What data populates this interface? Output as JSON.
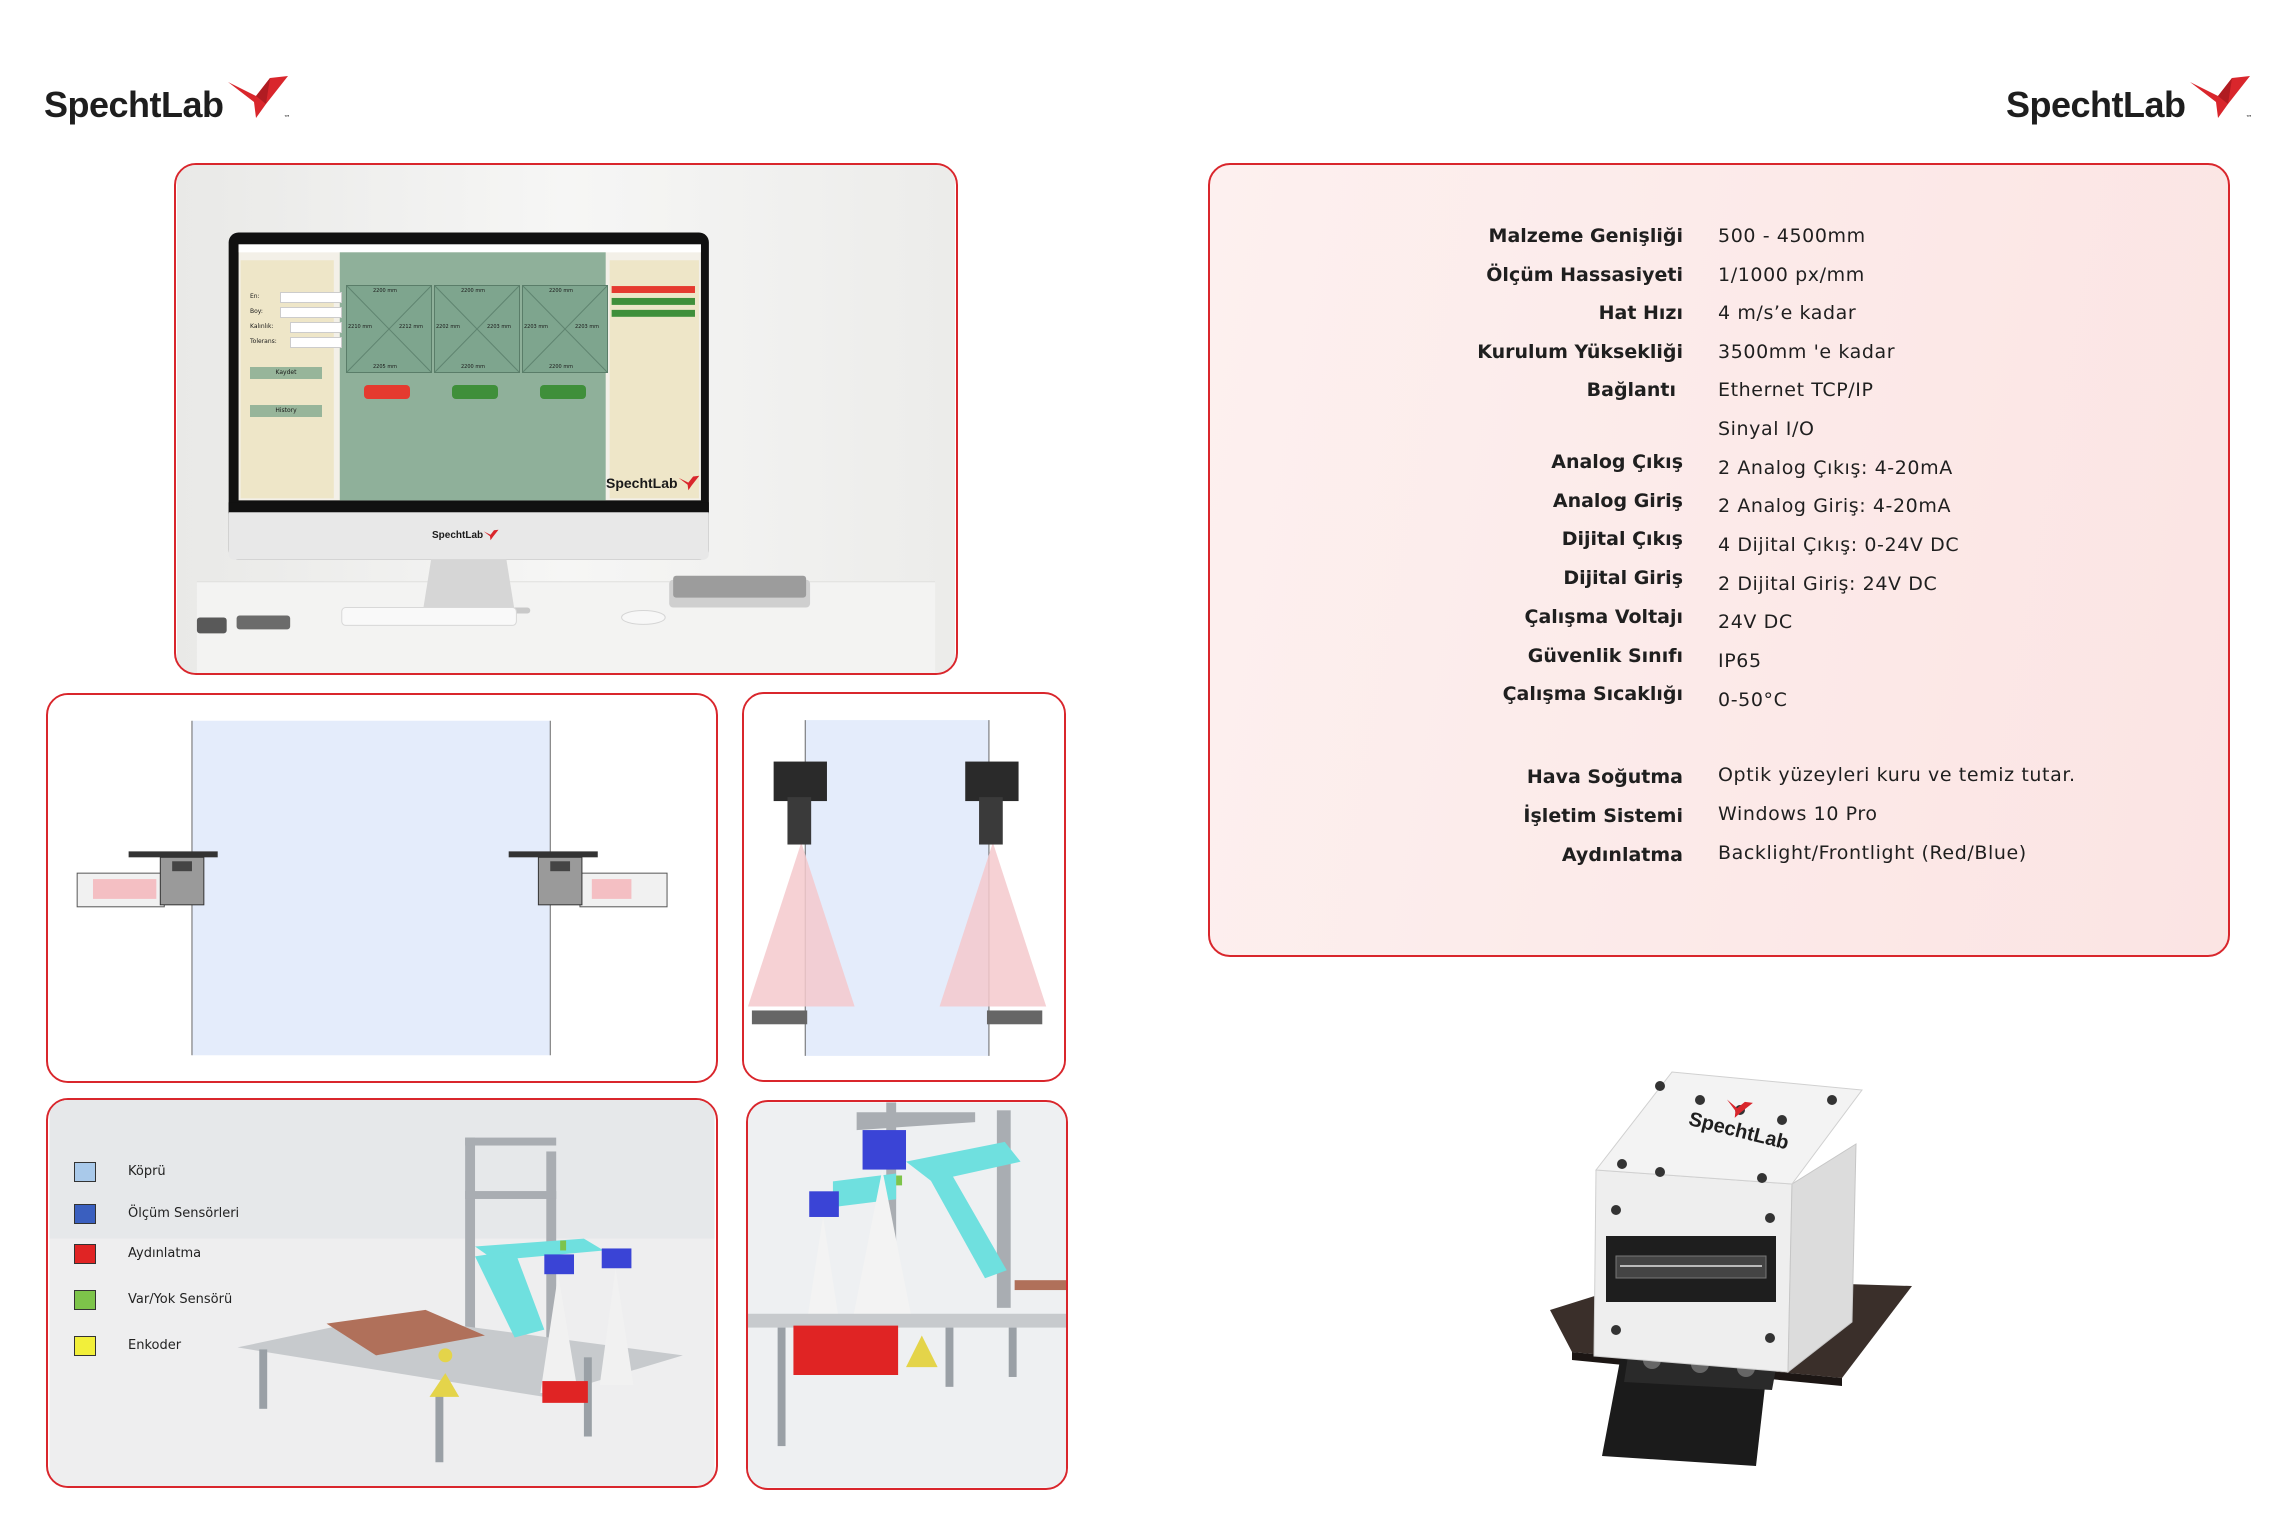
{
  "brand": {
    "name": "SpechtLab",
    "tm": "™",
    "accent": "#d9262c"
  },
  "monitor_screen": {
    "form_labels": [
      "En:",
      "Boy:",
      "Kalınlık:",
      "Tolerans:"
    ],
    "save_label": "Kaydet",
    "history_label": "History",
    "cells": [
      {
        "top": "2200 mm",
        "left": "2210 mm",
        "right": "2212 mm",
        "bottom": "2205 mm",
        "status": "#e53a2f"
      },
      {
        "top": "2200 mm",
        "left": "2202 mm",
        "right": "2203 mm",
        "bottom": "2200 mm",
        "status": "#3f8f3a"
      },
      {
        "top": "2200 mm",
        "left": "2203 mm",
        "right": "2203 mm",
        "bottom": "2200 mm",
        "status": "#3f8f3a"
      }
    ]
  },
  "legend": [
    {
      "label": "Köprü",
      "color": "#a9c9ea"
    },
    {
      "label": "Ölçüm Sensörleri",
      "color": "#3a5fbf"
    },
    {
      "label": "Aydınlatma",
      "color": "#e02424"
    },
    {
      "label": "Var/Yok Sensörü",
      "color": "#7dc44a"
    },
    {
      "label": "Enkoder",
      "color": "#f2ef3a"
    }
  ],
  "specs": [
    {
      "label": "Malzeme Genişliği",
      "value": "500 - 4500mm"
    },
    {
      "label": "Ölçüm Hassasiyeti",
      "value": "1/1000 px/mm"
    },
    {
      "label": "Hat Hızı",
      "value": "4 m/s’e kadar"
    },
    {
      "label": "Kurulum Yüksekliği",
      "value": "3500mm 'e kadar"
    },
    {
      "label": "Bağlantı",
      "value": "Ethernet TCP/IP"
    },
    {
      "label": "",
      "value": "Sinyal I/O"
    },
    {
      "label": "Analog Çıkış",
      "value": "2 Analog Çıkış: 4-20mA"
    },
    {
      "label": "Analog Giriş",
      "value": "2 Analog Giriş: 4-20mA"
    },
    {
      "label": "Dijital Çıkış",
      "value": "4 Dijital Çıkış: 0-24V DC"
    },
    {
      "label": "Dijital Giriş",
      "value": "2 Dijital Giriş: 24V DC"
    },
    {
      "label": "Çalışma Voltajı",
      "value": "24V DC"
    },
    {
      "label": "Güvenlik Sınıfı",
      "value": "IP65"
    },
    {
      "label": "Çalışma Sıcaklığı",
      "value": "0-50°C"
    },
    {
      "label": "Hava Soğutma",
      "value": "Optik yüzeyleri kuru ve temiz tutar."
    },
    {
      "label": "İşletim Sistemi",
      "value": "Windows 10 Pro"
    },
    {
      "label": "Aydınlatma",
      "value": "Backlight/Frontlight (Red/Blue)"
    }
  ]
}
